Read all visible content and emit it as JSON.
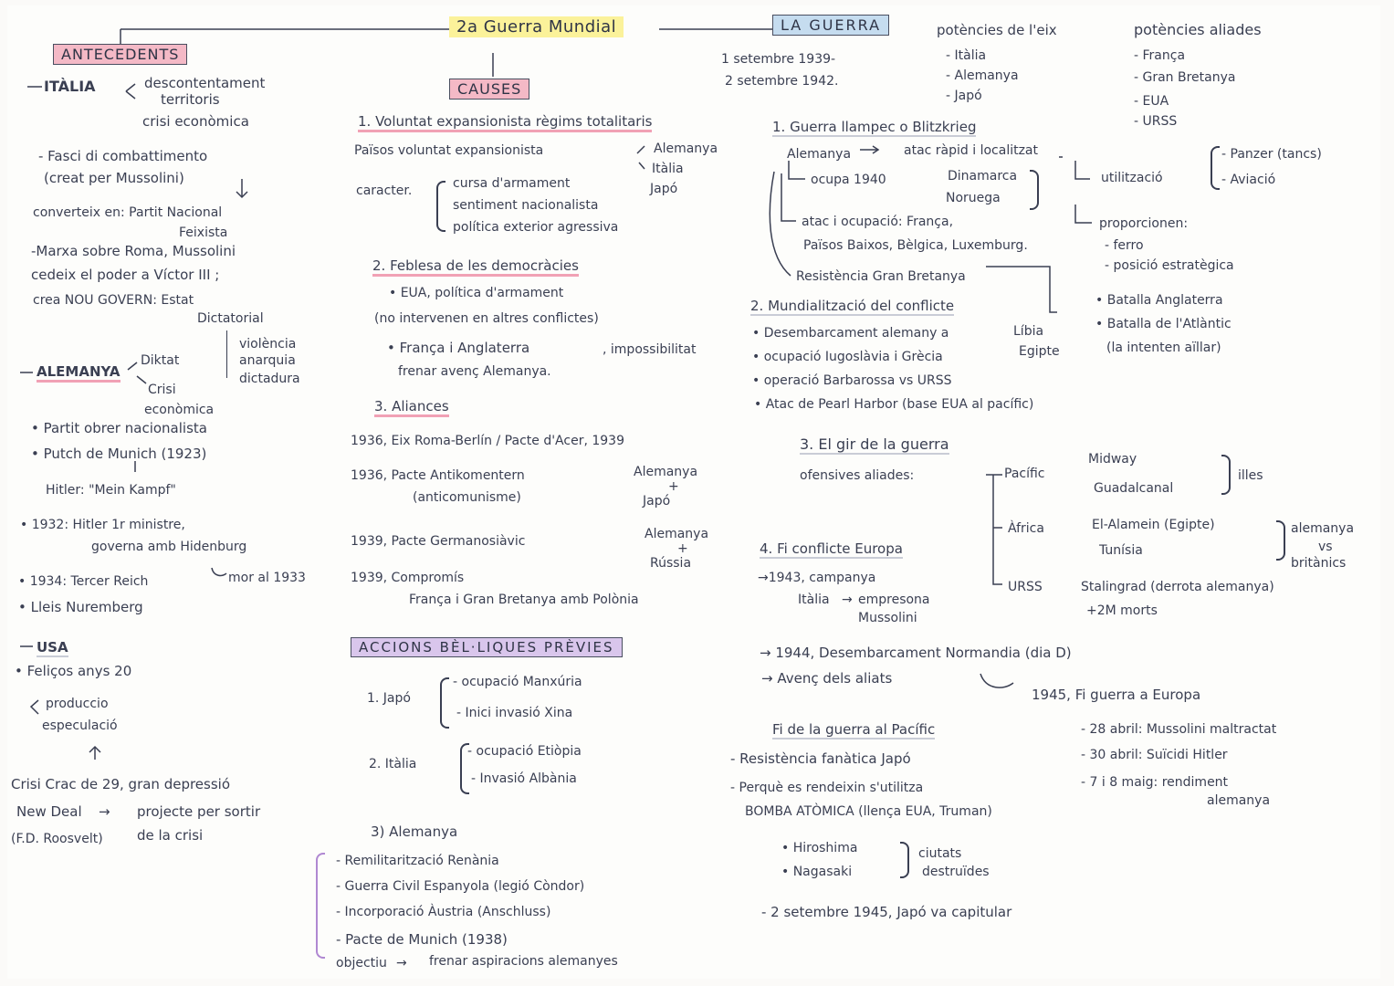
{
  "title": "2a Guerra Mundial",
  "antecedents": {
    "header": "ANTECEDENTS",
    "italia": {
      "label": "ITÀLIA",
      "b1": "descontentament",
      "b2": "territoris",
      "b3": "crisi econòmica",
      "fasci1": "- Fasci di combattimento",
      "fasci2": "(creat per Mussolini)",
      "conv1": "converteix en: Partit Nacional",
      "conv2": "Feixista",
      "marxa1": "-Marxa sobre Roma, Mussolini",
      "marxa2": "cedeix el poder a Víctor III ;",
      "crea1": "crea NOU GOVERN: Estat",
      "crea2": "Dictatorial",
      "v1": "violència",
      "v2": "anarquia",
      "v3": "dictadura"
    },
    "alemanya": {
      "label": "ALEMANYA",
      "diktat": "Diktat",
      "crisi1": "Crisi",
      "crisi2": "econòmica",
      "p1": "• Partit obrer nacionalista",
      "p2": "• Putch de Munich (1923)",
      "hitler": "Hitler: \"Mein Kampf\"",
      "y1932a": "• 1932: Hitler 1r ministre,",
      "y1932b": "governa amb Hidenburg",
      "mor": "mor al 1933",
      "y1934": "• 1934: Tercer Reich",
      "lleis": "• Lleis Nuremberg"
    },
    "usa": {
      "label": "USA",
      "f1": "• Feliços anys 20",
      "prod": "produccio",
      "esp": "especulació",
      "crisi1": "Crisi Crac de 29, gran depressió",
      "nd1": "New Deal",
      "nd2": "projecte per sortir",
      "nd3": "(F.D. Roosvelt)",
      "nd4": "de la crisi"
    }
  },
  "causes": {
    "header": "CAUSES",
    "c1": "1. Voluntat expansionista règims totalitaris",
    "c1a": "Països voluntat expansionista",
    "c1b": "Alemanya",
    "c1c": "Itàlia",
    "c1d": "Japó",
    "caracter": "caracter.",
    "c1e": "cursa d'armament",
    "c1f": "sentiment nacionalista",
    "c1g": "política exterior agressiva",
    "c2": "2. Feblesa de les democràcies",
    "c2a": "• EUA, política d'armament",
    "c2b": "(no intervenen en altres conflictes)",
    "c2c": "• França i Anglaterra",
    "c2d": ", impossibilitat",
    "c2e": "frenar avenç Alemanya.",
    "c3": "3. Aliances",
    "a1": "1936, Eix Roma-Berlín / Pacte d'Acer, 1939",
    "a2": "1936, Pacte Antikomentern",
    "a2b": "(anticomunisme)",
    "a2c": "Alemanya",
    "a2d": "+",
    "a2e": "Japó",
    "a3": "1939, Pacte Germanosiàvic",
    "a3c": "Alemanya",
    "a3d": "+",
    "a3e": "Rússia",
    "a4": "1939, Compromís",
    "a4b": "França i Gran Bretanya amb Polònia"
  },
  "accions": {
    "header": "ACCIONS BÈL·LIQUES PRÈVIES",
    "japo": "1. Japó",
    "j1": "- ocupació Manxúria",
    "j2": "- Inici invasió Xina",
    "italia": "2. Itàlia",
    "i1": "- ocupació Etiòpia",
    "i2": "- Invasió Albània",
    "alemanya": "3) Alemanya",
    "al1": "- Remilitarització Renània",
    "al2": "- Guerra Civil Espanyola (legió Còndor)",
    "al3": "- Incorporació Àustria (Anschluss)",
    "al4": "- Pacte de Munich (1938)",
    "al5": "objectiu",
    "al6": "frenar aspiracions alemanyes"
  },
  "guerra": {
    "header": "LA GUERRA",
    "dates1": "1 setembre 1939-",
    "dates2": "2 setembre 1942.",
    "eix_title": "potències de l'eix",
    "eix": [
      "- Itàlia",
      "- Alemanya",
      "- Japó"
    ],
    "aliades_title": "potències aliades",
    "aliades": [
      "- França",
      "- Gran Bretanya",
      "- EUA",
      "- URSS"
    ],
    "g1": "1. Guerra llampec o Blitzkrieg",
    "g1a": "Alemanya",
    "g1b": "atac ràpid i localitzat",
    "g1c": "ocupa 1940",
    "g1d": "Dinamarca",
    "g1e": "Noruega",
    "g1f": "utilització",
    "g1g": "- Panzer (tancs)",
    "g1h": "- Aviació",
    "g1i": "atac i ocupació: França,",
    "g1j": "Països Baixos, Bèlgica, Luxemburg.",
    "g1k": "proporcionen:",
    "g1l": "- ferro",
    "g1m": "- posició estratègica",
    "g1n": "Resistència Gran Bretanya",
    "g2": "2. Mundialització del conflicte",
    "g2a": "• Desembarcament alemany a",
    "g2b": "Líbia",
    "g2c": "Egipte",
    "g2d": "• ocupació Iugoslàvia i Grècia",
    "g2e": "• operació Barbarossa vs URSS",
    "g2f": "• Atac de Pearl Harbor (base EUA al pacífic)",
    "g2g": "• Batalla Anglaterra",
    "g2h": "• Batalla de l'Atlàntic",
    "g2i": "(la intenten aïllar)",
    "g3": "3. El gir de la guerra",
    "g3a": "ofensives aliades:",
    "g3b": "Pacífic",
    "g3c": "Midway",
    "g3d": "Guadalcanal",
    "g3e": "illes",
    "g3f": "Àfrica",
    "g3g": "El-Alamein (Egipte)",
    "g3h": "Tunísia",
    "g3i": "alemanya",
    "g3j": "vs",
    "g3k": "britànics",
    "g3l": "URSS",
    "g3m": "Stalingrad (derrota alemanya)",
    "g3n": "+2M morts",
    "g4": "4. Fi conflicte Europa",
    "g4a": "→1943, campanya",
    "g4b": "Itàlia",
    "g4c": "empresona",
    "g4d": "Mussolini",
    "g4e": "→ 1944, Desembarcament Normandia (dia D)",
    "g4f": "→ Avenç dels aliats",
    "g4g": "1945, Fi guerra a Europa",
    "p1": "Fi de la guerra al Pacífic",
    "p2": "- Resistència fanàtica Japó",
    "p3": "- Perquè es rendeixin s'utilitza",
    "p4": "BOMBA ATÒMICA (llença EUA, Truman)",
    "p5": "• Hiroshima",
    "p6": "• Nagasaki",
    "p7": "ciutats",
    "p8": "destruïdes",
    "p9": "- 2 setembre 1945, Japó va capitular",
    "e1": "- 28 abril: Mussolini maltractat",
    "e2": "- 30 abril: Suïcidi Hitler",
    "e3": "- 7 i 8 maig: rendiment",
    "e4": "alemanya"
  }
}
